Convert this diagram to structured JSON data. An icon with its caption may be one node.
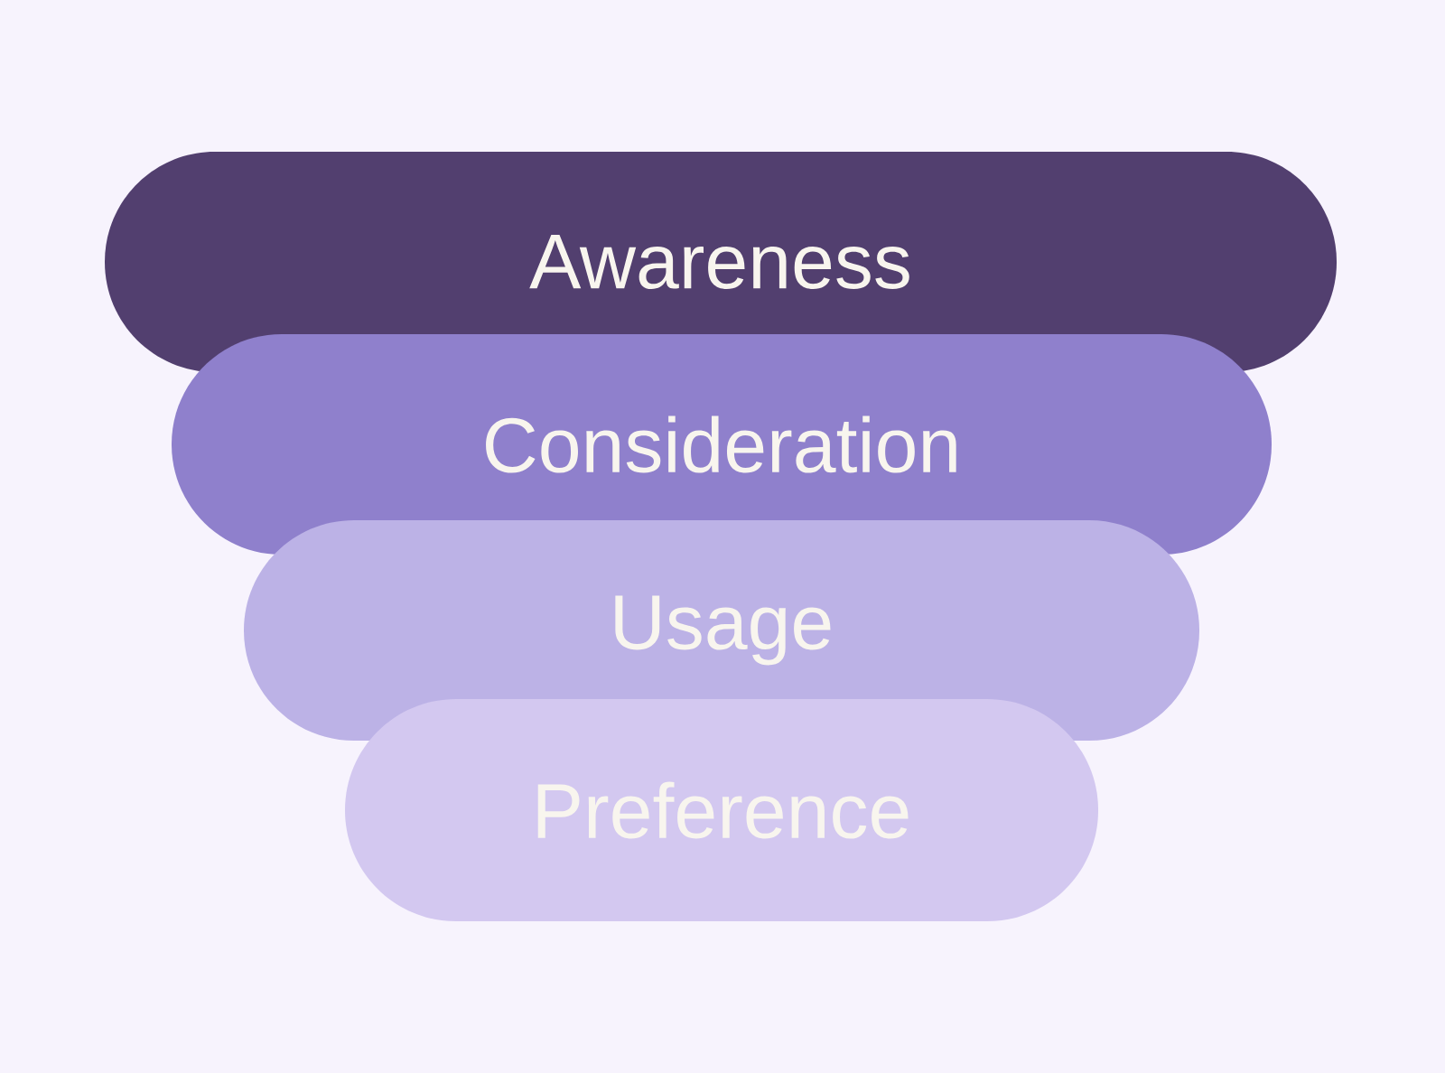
{
  "diagram": {
    "nodes": [
      {
        "text": [
          "Awareness"
        ]
      },
      {
        "text": [
          "Consideration"
        ]
      },
      {
        "text": [
          "Usage"
        ]
      },
      {
        "text": [
          "Preference"
        ]
      }
    ]
  }
}
